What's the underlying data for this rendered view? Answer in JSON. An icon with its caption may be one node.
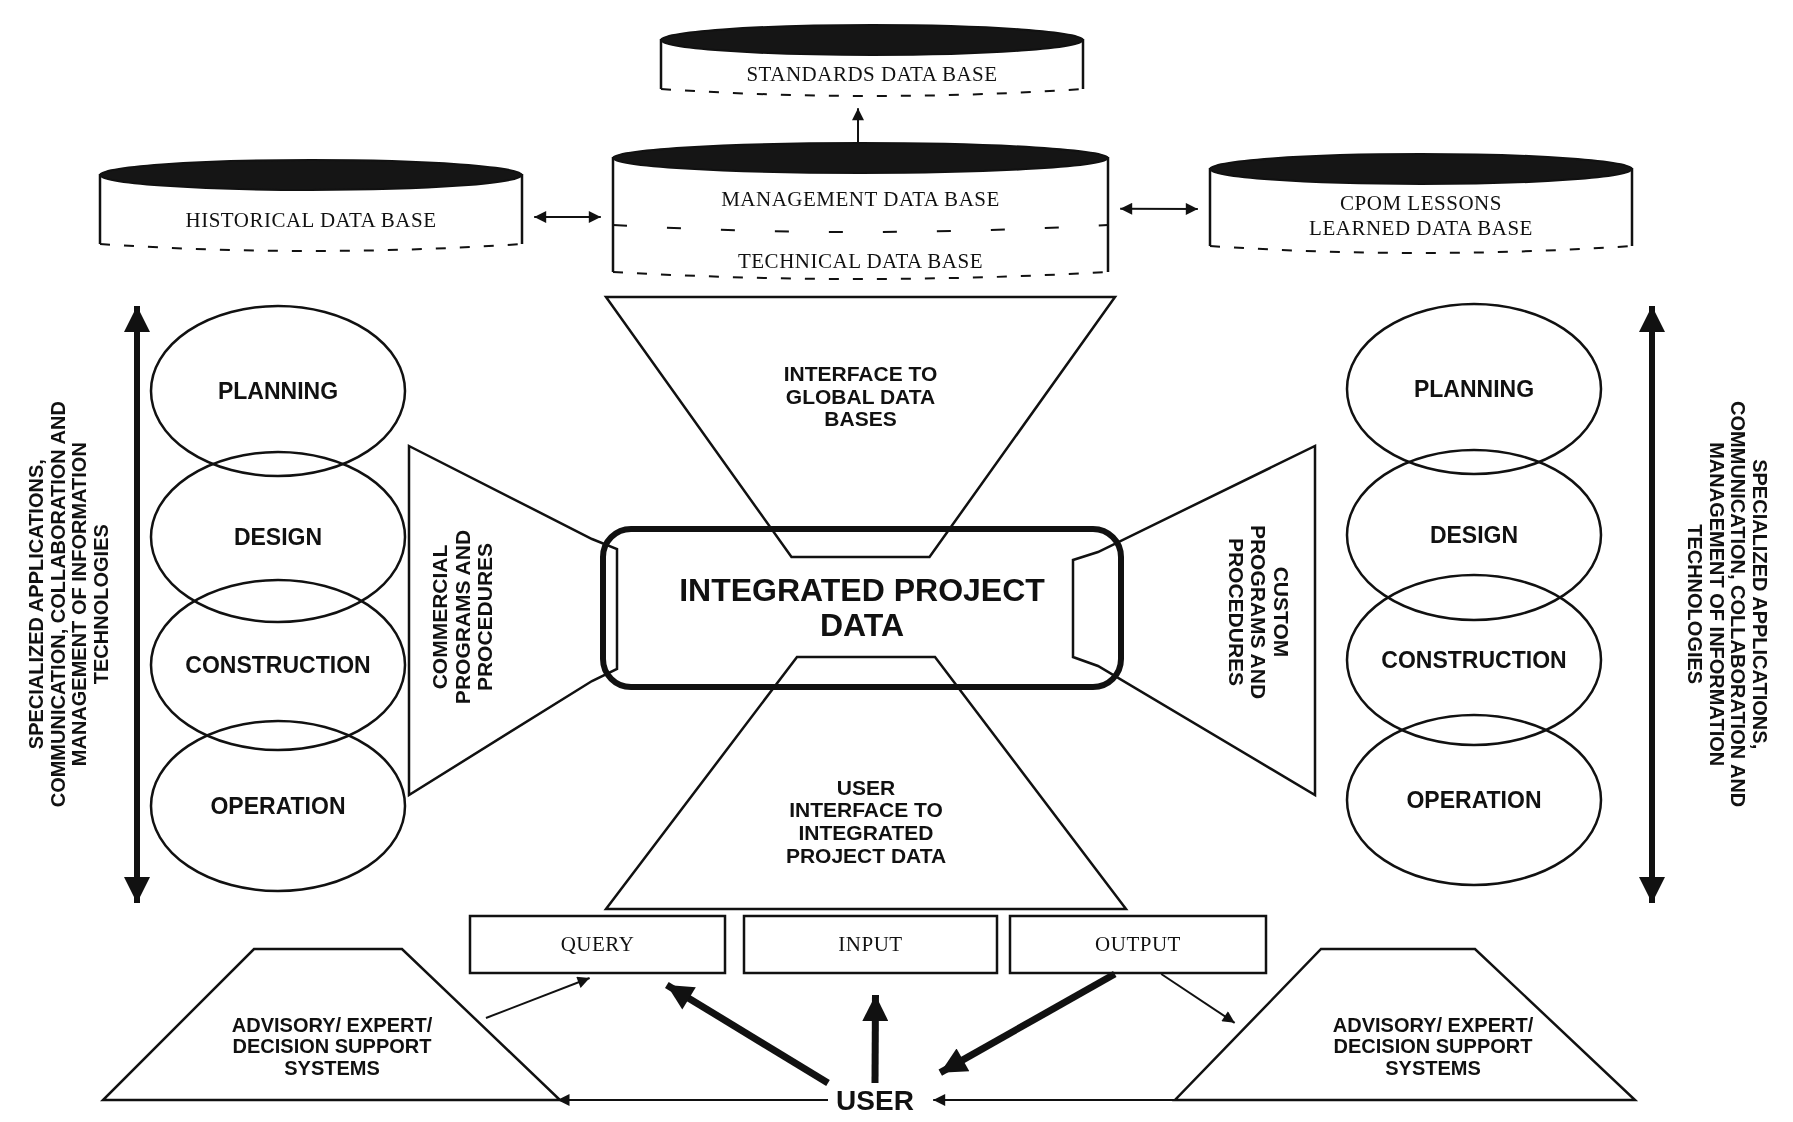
{
  "diagram": {
    "nodes": [
      {
        "text": [
          "STANDARDS DATA BASE"
        ]
      },
      {
        "text": [
          "HISTORICAL DATA BASE"
        ]
      },
      {
        "text": [
          "MANAGEMENT DATA BASE",
          "TECHNICAL DATA BASE"
        ]
      },
      {
        "text": [
          "CPOM LESSONS LEARNED DATA BASE"
        ]
      },
      {
        "text": [
          "INTERFACE TO GLOBAL DATA BASES"
        ]
      },
      {
        "text": [
          "PLANNING"
        ]
      },
      {
        "text": [
          "DESIGN"
        ]
      },
      {
        "text": [
          "CONSTRUCTION"
        ]
      },
      {
        "text": [
          "OPERATION"
        ]
      },
      {
        "text": [
          "COMMERCIAL PROGRAMS AND PROCEDURES"
        ]
      },
      {
        "text": [
          "INTEGRATED PROJECT DATA"
        ]
      },
      {
        "text": [
          "CUSTOM PROGRAMS AND PROCEDURES"
        ]
      },
      {
        "text": [
          "PLANNING"
        ]
      },
      {
        "text": [
          "DESIGN"
        ]
      },
      {
        "text": [
          "CONSTRUCTION"
        ]
      },
      {
        "text": [
          "OPERATION"
        ]
      },
      {
        "text": [
          "USER INTERFACE TO INTEGRATED PROJECT DATA"
        ]
      },
      {
        "text": [
          "QUERY"
        ]
      },
      {
        "text": [
          "INPUT"
        ]
      },
      {
        "text": [
          "OUTPUT"
        ]
      },
      {
        "text": [
          "ADVISORY/ EXPERT/ DECISION SUPPORT SYSTEMS"
        ]
      },
      {
        "text": [
          "ADVISORY/ EXPERT/ DECISION SUPPORT SYSTEMS"
        ]
      },
      {
        "text": [
          "USER"
        ]
      }
    ],
    "edges": [
      {
        "from": 2,
        "to": 0,
        "arrow": "to"
      },
      {
        "from": 1,
        "to": 2,
        "arrow": "both"
      },
      {
        "from": 2,
        "to": 3,
        "arrow": "both"
      },
      {
        "from": 20,
        "to": 17,
        "arrow": "to"
      },
      {
        "from": 22,
        "to": 17,
        "arrow": "to",
        "style": "thick"
      },
      {
        "from": 22,
        "to": 18,
        "arrow": "to",
        "style": "thick"
      },
      {
        "from": 19,
        "to": 22,
        "arrow": "to",
        "style": "thick"
      },
      {
        "from": 19,
        "to": 21,
        "arrow": "to"
      },
      {
        "from": 22,
        "to": 20,
        "arrow": "to"
      },
      {
        "from": 21,
        "to": 22,
        "arrow": "to"
      }
    ],
    "labels": [
      "SPECIALIZED APPLICATIONS, COMMUNICATION, COLLABORATION AND MANAGEMENT OF INFORMATION TECHNOLOGIES",
      "SPECIALIZED APPLICATIONS, COMMUNICATION, COLLABORATION AND MANAGEMENT OF INFORMATION TECHNOLOGIES"
    ]
  }
}
